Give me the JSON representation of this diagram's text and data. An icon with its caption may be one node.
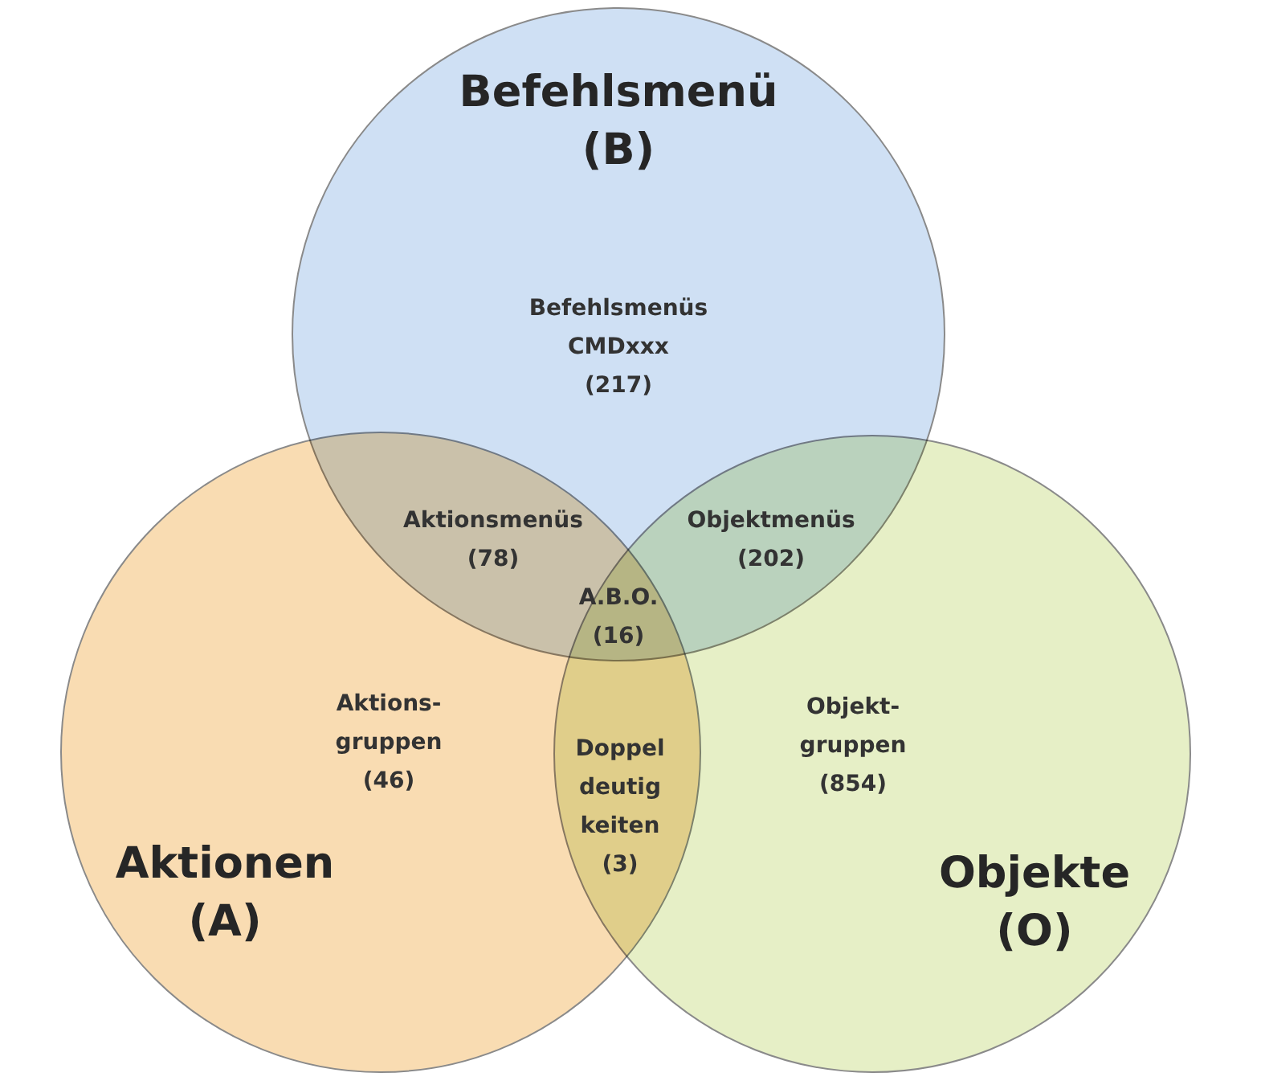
{
  "diagram": {
    "nodes": [
      {
        "text": [
          "Befehlsmenü (B)",
          "Befehlsmenüs CMDxxx (217)"
        ]
      },
      {
        "text": [
          "Aktions- gruppen (46)",
          "Aktionen (A)"
        ]
      },
      {
        "text": [
          "Objekt- gruppen (854)",
          "Objekte (O)"
        ]
      }
    ],
    "labels": [
      "Aktionsmenüs (78)",
      "Objektmenüs (202)",
      "A.B.O. (16)",
      "Doppel deutig keiten (3)"
    ]
  }
}
